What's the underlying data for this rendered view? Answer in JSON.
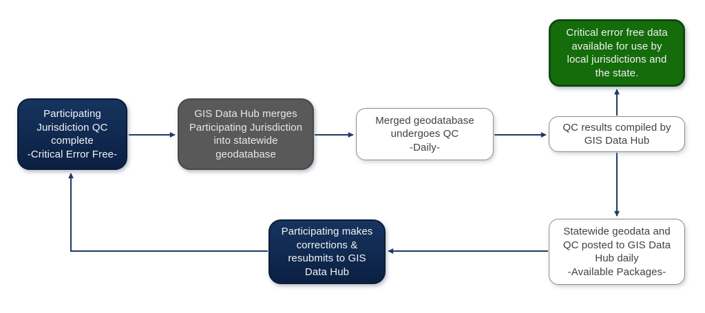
{
  "diagram": {
    "type": "flowchart",
    "background": "#ffffff",
    "nodes": {
      "pj_qc_complete": {
        "text": "Participating\nJurisdiction QC\ncomplete\n-Critical Error Free-",
        "style": "navy"
      },
      "merge": {
        "text": "GIS Data Hub merges\nParticipating Jurisdiction\ninto statewide\ngeodatabase",
        "style": "gray"
      },
      "qc_daily": {
        "text": "Merged geodatabase\nundergoes QC\n-Daily-",
        "style": "white"
      },
      "qc_results": {
        "text": "QC results compiled by\nGIS Data Hub",
        "style": "white"
      },
      "critical_free": {
        "text": "Critical error free data\navailable for use by\nlocal jurisdictions and\nthe state.",
        "style": "green"
      },
      "statewide": {
        "text": "Statewide geodata and\nQC posted to GIS Data\nHub daily\n-Available Packages-",
        "style": "white"
      },
      "corrections": {
        "text": "Participating makes\ncorrections &\nresubmits to GIS\nData Hub",
        "style": "navy"
      }
    },
    "edges": [
      {
        "from": "pj_qc_complete",
        "to": "merge"
      },
      {
        "from": "merge",
        "to": "qc_daily"
      },
      {
        "from": "qc_daily",
        "to": "qc_results"
      },
      {
        "from": "qc_results",
        "to": "critical_free"
      },
      {
        "from": "qc_results",
        "to": "statewide"
      },
      {
        "from": "statewide",
        "to": "corrections"
      },
      {
        "from": "corrections",
        "to": "pj_qc_complete"
      }
    ],
    "colors": {
      "navy_fill": "#0f2a52",
      "navy_border": "#0a1b38",
      "gray_fill": "#595959",
      "gray_border": "#484848",
      "green_fill": "#156c0b",
      "green_border": "#0d4a0d",
      "white_fill": "#ffffff",
      "white_border": "#8c8c8c",
      "arrow": "#1c3a63",
      "light_text": "#f2f2f2",
      "dark_text": "#404040"
    }
  }
}
